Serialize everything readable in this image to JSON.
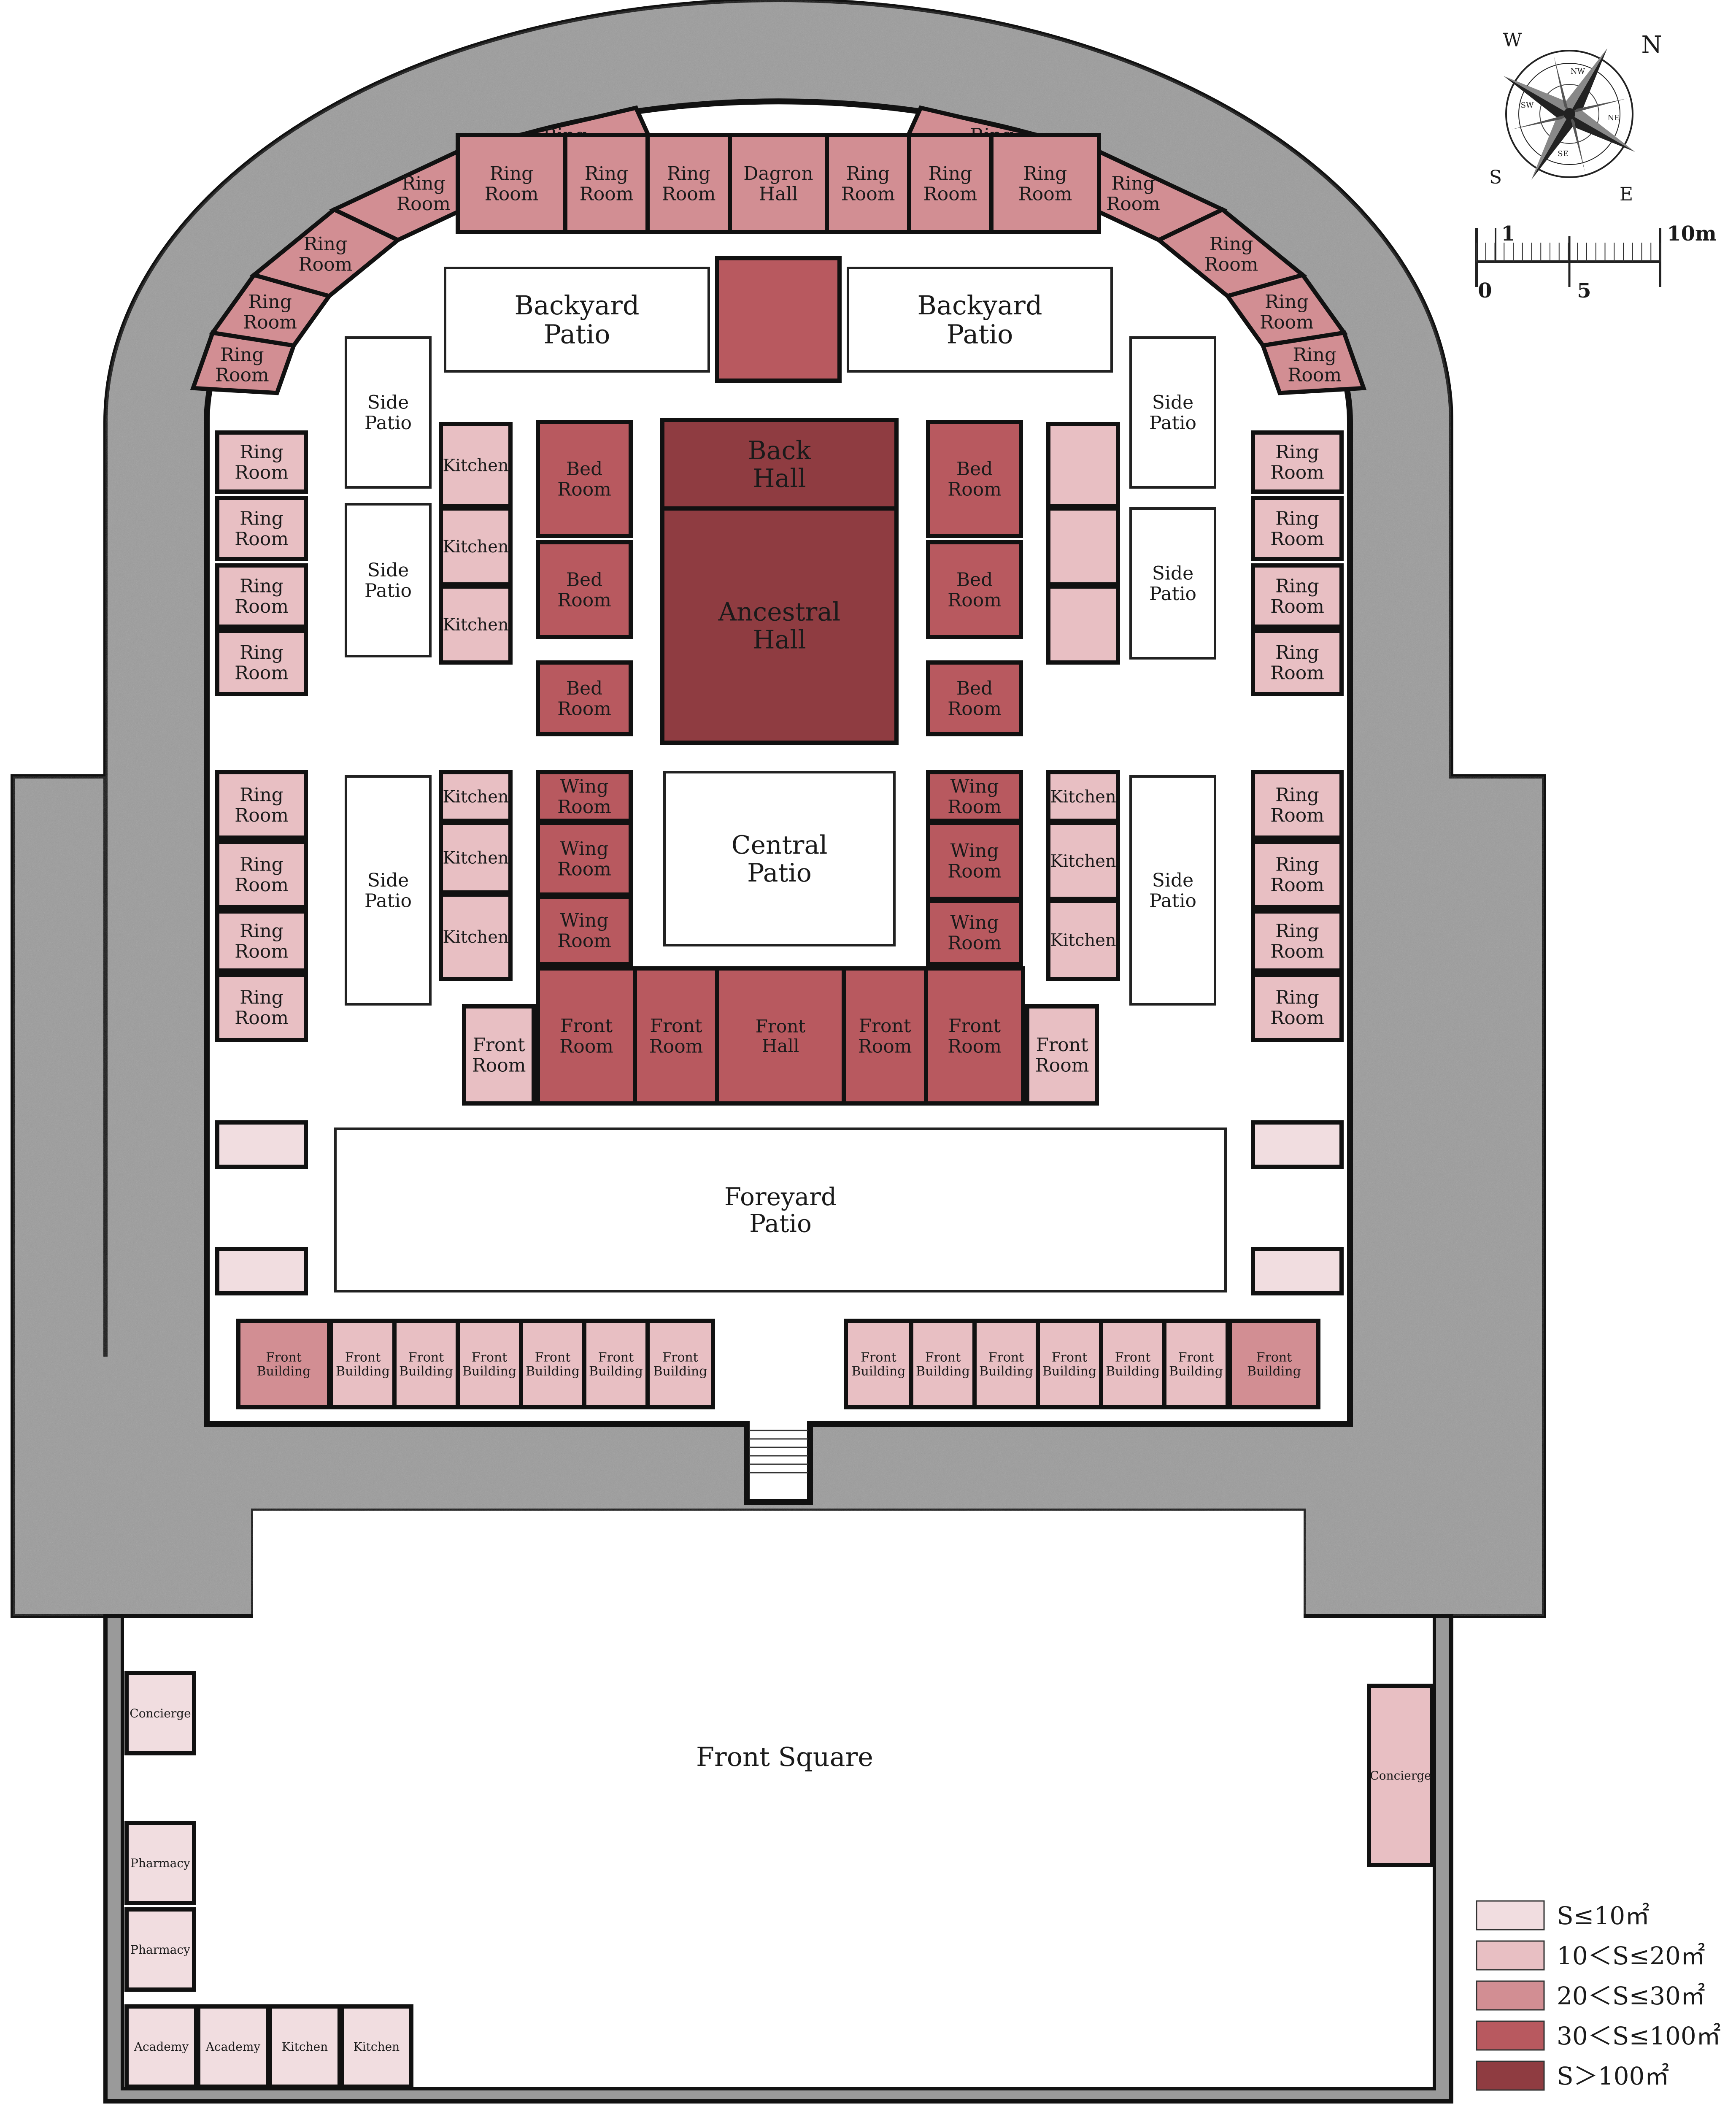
{
  "colors": {
    "s_le_10": "#f1dde0",
    "s_10_20": "#e8bfc3",
    "s_20_30": "#d28e93",
    "s_30_100": "#b8595f",
    "s_gt_100": "#8f3c41",
    "wall_grey": "#9a9a9a"
  },
  "legend": {
    "items": [
      {
        "label": "S≤10㎡",
        "color": "#f1dde0"
      },
      {
        "label": "10＜S≤20㎡",
        "color": "#e8bfc3"
      },
      {
        "label": "20＜S≤30㎡",
        "color": "#d28e93"
      },
      {
        "label": "30＜S≤100㎡",
        "color": "#b8595f"
      },
      {
        "label": "S＞100㎡",
        "color": "#8f3c41"
      }
    ]
  },
  "compass": {
    "n": "N",
    "e": "E",
    "s": "S",
    "w": "W",
    "nw": "NW",
    "ne": "NE",
    "sw": "SW",
    "se": "SE"
  },
  "scale": {
    "tick_1": "1",
    "tick_10": "10m",
    "tick_0": "0",
    "tick_5": "5"
  },
  "labels": {
    "ring_room": "Ring Room",
    "dagron_hall": "Dagron Hall",
    "backyard_patio": "Backyard Patio",
    "side_patio": "Side Patio",
    "kitchen": "Kitchen",
    "bed_room": "Bed Room",
    "back_hall": "Back Hall",
    "ancestral_hall": "Ancestral Hall",
    "wing_room": "Wing Room",
    "central_patio": "Central Patio",
    "front_hall": "Front Hall",
    "front_room": "Front Room",
    "foreyard_patio": "Foreyard Patio",
    "front_building": "Front Building",
    "front_square": "Front Square",
    "concierge": "Concierge",
    "pharmacy": "Pharmacy",
    "academy": "Academy"
  }
}
